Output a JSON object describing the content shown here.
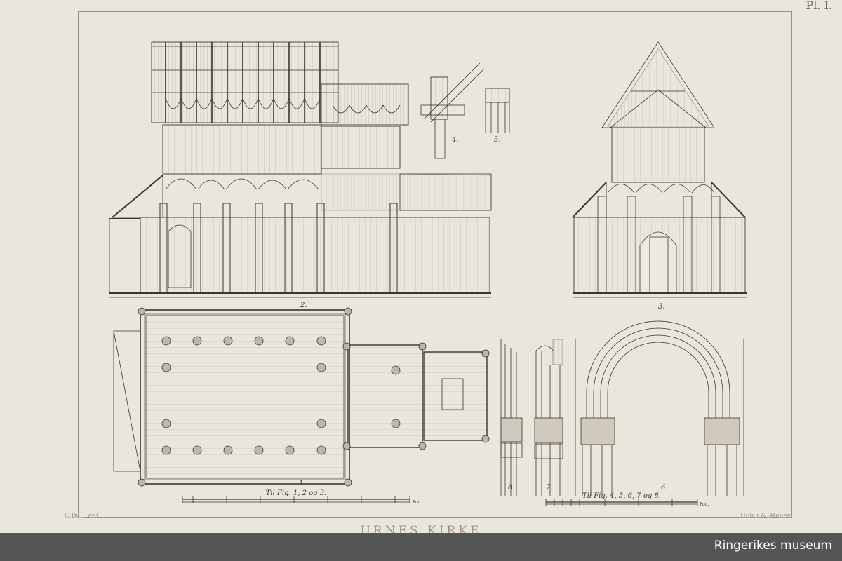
{
  "plate": {
    "number": "Pl. I.",
    "title": "URNES KIRKE",
    "signature_left": "G.Bull. del.",
    "signature_right": "Holck & Atelier"
  },
  "figures": {
    "fig1": "1.",
    "fig2": "2.",
    "fig3": "3.",
    "fig4": "4.",
    "fig5": "5.",
    "fig6": "6.",
    "fig7": "7.",
    "fig8": "8."
  },
  "scales": {
    "main_caption": "Til Fig. 1, 2 og 3.",
    "main_unit": "Fod.",
    "detail_caption": "Til Fig. 4, 5, 6, 7 og 8.",
    "detail_unit": "Fod."
  },
  "footer": {
    "credit": "Ringerikes museum",
    "background": "#555555"
  }
}
